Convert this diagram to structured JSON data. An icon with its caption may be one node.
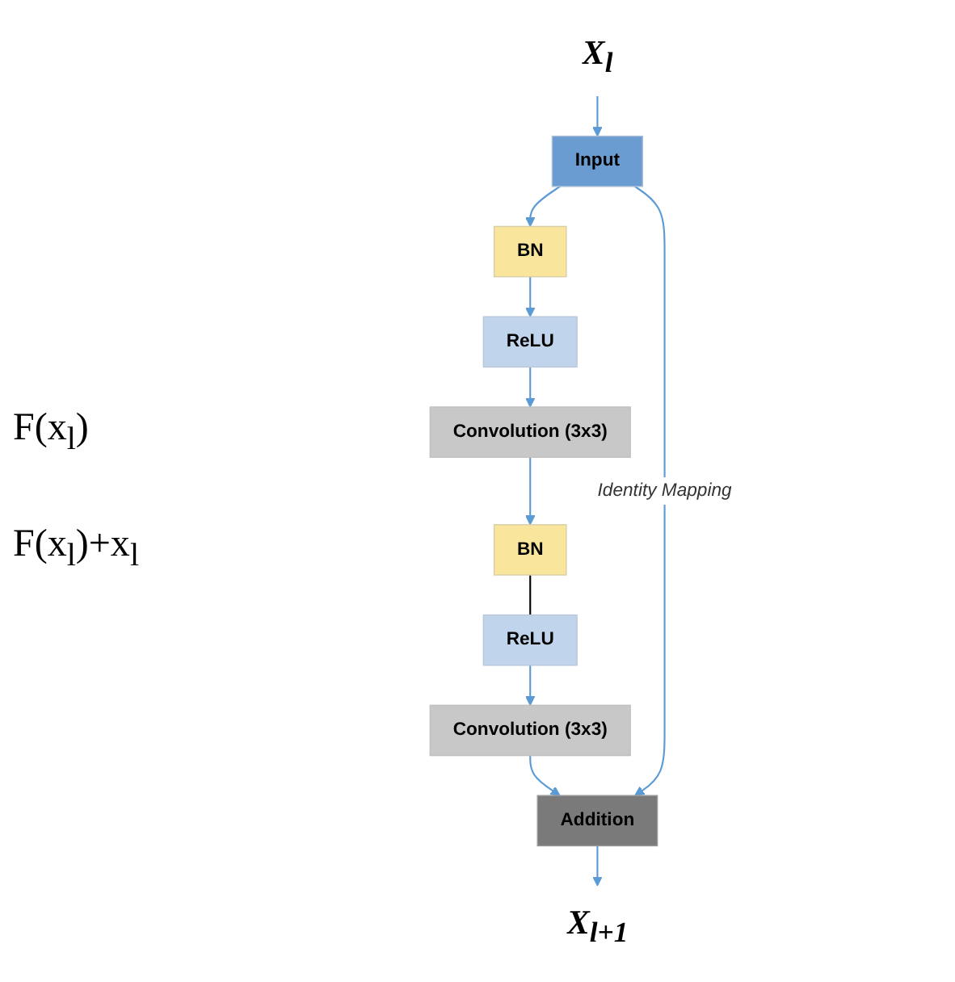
{
  "diagram": {
    "nodes": [
      {
        "text": [
          "X$_{l}$"
        ]
      },
      {
        "text": [
          "Input"
        ]
      },
      {
        "text": [
          "BN"
        ]
      },
      {
        "text": [
          "ReLU"
        ]
      },
      {
        "text": [
          "Convolution (3x3)"
        ]
      },
      {
        "text": [
          "BN"
        ]
      },
      {
        "text": [
          "ReLU"
        ]
      },
      {
        "text": [
          "Convolution (3x3)"
        ]
      },
      {
        "text": [
          "Addition"
        ]
      },
      {
        "text": [
          "X$_{l+1}$"
        ]
      }
    ],
    "edges": [
      {
        "from": 0,
        "to": 1,
        "arrow": "to"
      },
      {
        "from": 1,
        "to": 2,
        "arrow": "to"
      },
      {
        "from": 2,
        "to": 3,
        "arrow": "to"
      },
      {
        "from": 3,
        "to": 4,
        "arrow": "to"
      },
      {
        "from": 4,
        "to": 5,
        "arrow": "to"
      },
      {
        "from": 5,
        "to": 6,
        "arrow": "none",
        "color": "#000000"
      },
      {
        "from": 6,
        "to": 7,
        "arrow": "to"
      },
      {
        "from": 7,
        "to": 8,
        "arrow": "to"
      },
      {
        "from": 1,
        "to": 8,
        "arrow": "to",
        "label": "Identity Mapping"
      },
      {
        "from": 8,
        "to": 9,
        "arrow": "to"
      }
    ],
    "labels": [
      "F(x$_{l}$)",
      "F(x$_{l}$)+x$_{l}$"
    ]
  }
}
